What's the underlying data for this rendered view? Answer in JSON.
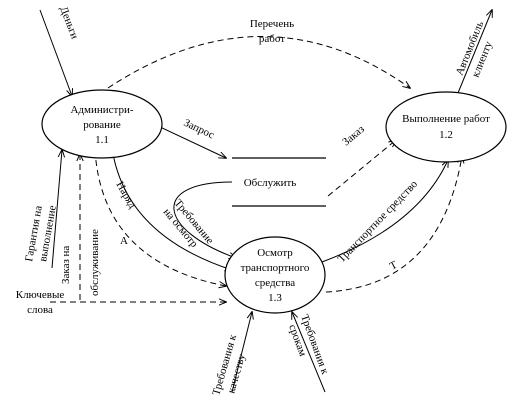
{
  "nodes": {
    "admin": {
      "line1": "Администри-",
      "line2": "рование",
      "id": "1.1"
    },
    "execute": {
      "line1": "Выполнение работ",
      "id": "1.2"
    },
    "inspect": {
      "line1": "Осмотр",
      "line2": "транспортного",
      "line3": "средства",
      "id": "1.3"
    }
  },
  "store": {
    "label": "Обслужить"
  },
  "flows": {
    "money": "Деньги",
    "work_list_1": "Перечень",
    "work_list_2": "работ",
    "car_to_client_1": "Автомобиль",
    "car_to_client_2": "клиенту",
    "request": "Запрос",
    "order": "Заказ",
    "work_order": "Наряд",
    "a": "А",
    "inspection_req_1": "Требование",
    "inspection_req_2": "на осмотр",
    "vehicle": "Транспортное средство",
    "t": "Т",
    "guarantee_1": "Гарантия на",
    "guarantee_2": "выполнение",
    "service_order_1": "Заказ на",
    "service_order_2": "обслуживание",
    "keywords_1": "Ключевые",
    "keywords_2": "слова",
    "quality_req_1": "Требования к",
    "quality_req_2": "качеству",
    "deadline_req_1": "Требования к",
    "deadline_req_2": "срокам"
  }
}
